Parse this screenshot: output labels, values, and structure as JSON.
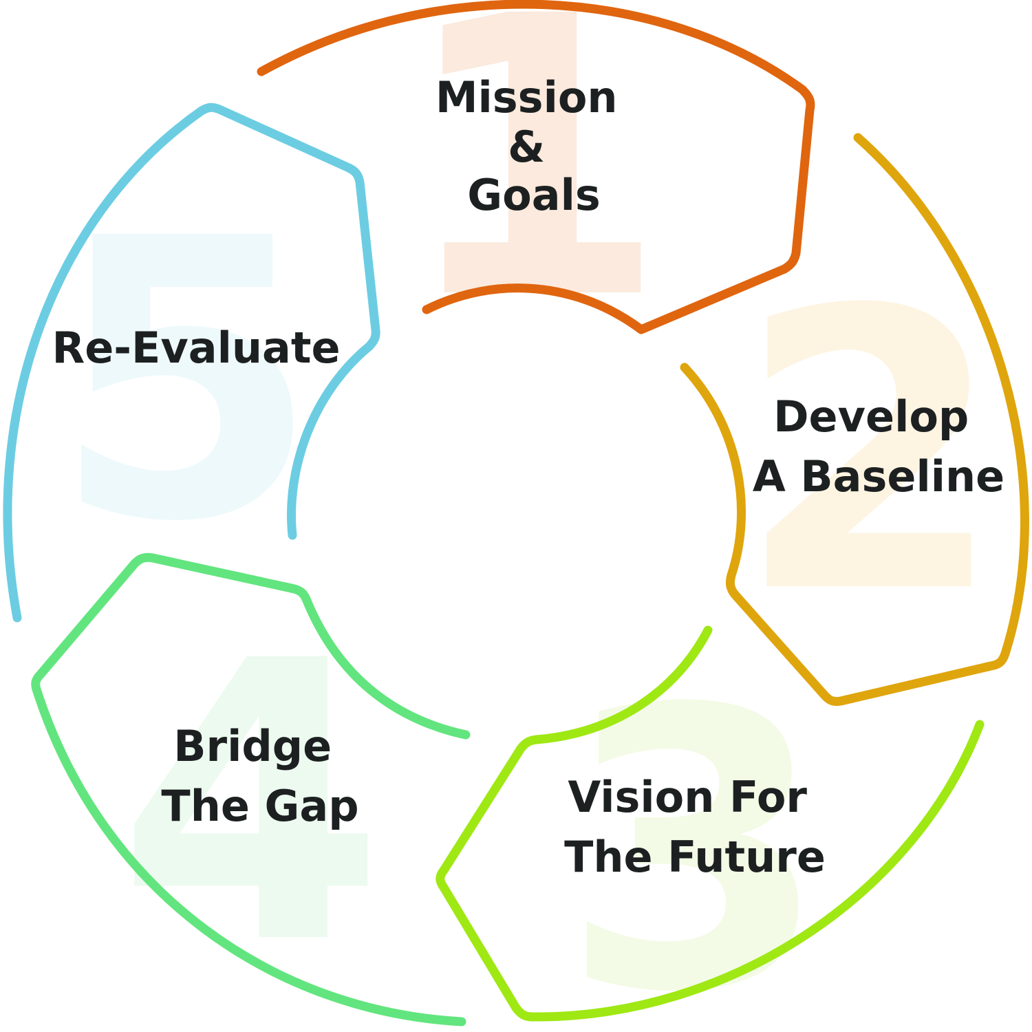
{
  "segments": [
    {
      "number": "1",
      "lines": [
        "Mission",
        "&",
        "Goals"
      ],
      "color": "#e0650f",
      "watermark_color": "#fbeadd"
    },
    {
      "number": "2",
      "lines": [
        "Develop",
        "A Baseline"
      ],
      "color": "#dfa50d",
      "watermark_color": "#fdf4e2"
    },
    {
      "number": "3",
      "lines": [
        "Vision For",
        "The Future"
      ],
      "color": "#9fe813",
      "watermark_color": "#f3fbe6"
    },
    {
      "number": "4",
      "lines": [
        "Bridge",
        "The Gap"
      ],
      "color": "#62e57e",
      "watermark_color": "#ecfaef"
    },
    {
      "number": "5",
      "lines": [
        "Re-Evaluate"
      ],
      "color": "#6ccde2",
      "watermark_color": "#eef9fc"
    }
  ]
}
